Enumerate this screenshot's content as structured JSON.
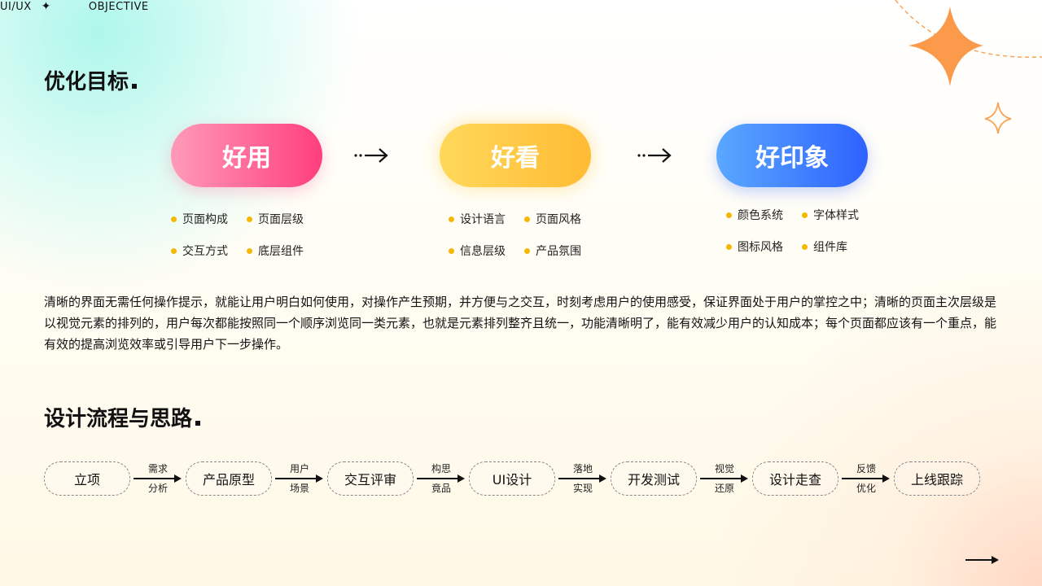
{
  "header": {
    "left_label": "UI/UX",
    "sparkle_glyph": "✦",
    "right_label": "OBJECTIVE"
  },
  "section1_title": "优化目标",
  "goals": [
    {
      "label": "好用",
      "items": [
        "页面构成",
        "页面层级",
        "交互方式",
        "底层组件"
      ]
    },
    {
      "label": "好看",
      "items": [
        "设计语言",
        "页面风格",
        "信息层级",
        "产品氛围"
      ]
    },
    {
      "label": "好印象",
      "items": [
        "颜色系统",
        "字体样式",
        "图标风格",
        "组件库"
      ]
    }
  ],
  "paragraph": "清晰的界面无需任何操作提示，就能让用户明白如何使用，对操作产生预期，并方便与之交互，时刻考虑用户的使用感受，保证界面处于用户的掌控之中；清晰的页面主次层级是以视觉元素的排列的，用户每次都能按照同一个顺序浏览同一类元素，也就是元素排列整齐且统一，功能清晰明了，能有效减少用户的认知成本；每个页面都应该有一个重点，能有效的提高浏览效率或引导用户下一步操作。",
  "section2_title": "设计流程与思路",
  "flow": {
    "nodes": [
      "立项",
      "产品原型",
      "交互评审",
      "UI设计",
      "开发测试",
      "设计走查",
      "上线跟踪"
    ],
    "links": [
      {
        "top": "需求",
        "bottom": "分析"
      },
      {
        "top": "用户",
        "bottom": "场景"
      },
      {
        "top": "构思",
        "bottom": "竟品"
      },
      {
        "top": "落地",
        "bottom": "实现"
      },
      {
        "top": "视觉",
        "bottom": "还原"
      },
      {
        "top": "反馈",
        "bottom": "优化"
      }
    ]
  },
  "colors": {
    "pink_start": "#ff9ab8",
    "pink_end": "#ff3f7d",
    "yellow_start": "#ffd85a",
    "yellow_end": "#ffbb34",
    "blue_start": "#5aa8ff",
    "blue_end": "#2e62ff",
    "bullet": "#f5b800",
    "star": "#fa9a4a"
  },
  "icons": [
    "sparkle-icon",
    "orange-star-icon",
    "outline-star-icon",
    "dotted-arrow-icon",
    "next-arrow-icon"
  ]
}
